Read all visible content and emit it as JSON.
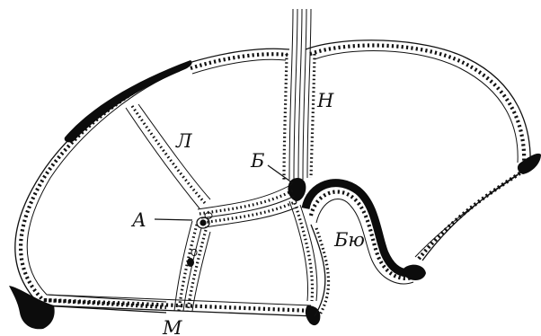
{
  "labels": {
    "n": "Н",
    "l": "Л",
    "b": "Б",
    "a": "А",
    "byu": "Бю",
    "m": "М"
  },
  "colors": {
    "ink": "#111111",
    "paper": "#ffffff"
  }
}
